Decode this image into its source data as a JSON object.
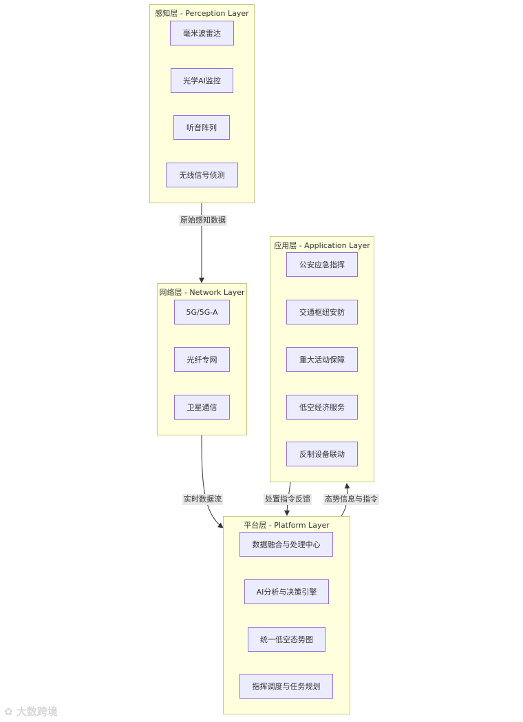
{
  "layers": {
    "perception": {
      "title": "感知层 - Perception Layer",
      "nodes": [
        "毫米波雷达",
        "光学AI监控",
        "听音阵列",
        "无线信号侦测"
      ]
    },
    "network": {
      "title": "网络层 - Network Layer",
      "nodes": [
        "5G/5G-A",
        "光纤专网",
        "卫星通信"
      ]
    },
    "application": {
      "title": "应用层 - Application Layer",
      "nodes": [
        "公安应急指挥",
        "交通枢纽安防",
        "重大活动保障",
        "低空经济服务",
        "反制设备联动"
      ]
    },
    "platform": {
      "title": "平台层 - Platform Layer",
      "nodes": [
        "数据融合与处理中心",
        "AI分析与决策引擎",
        "统一低空态势图",
        "指挥调度与任务规划"
      ]
    }
  },
  "edges": {
    "perception_to_network": "原始感知数据",
    "network_to_platform": "实时数据流",
    "application_to_platform": "处置指令反馈",
    "platform_to_application": "态势信息与指令"
  },
  "watermark": "大数跨境",
  "colors": {
    "layer_fill": "#ffffde",
    "layer_border": "#c8c880",
    "node_fill": "#ececff",
    "node_border": "#9370db",
    "edge": "#333333",
    "edge_label_bg": "#e8e8e8"
  }
}
